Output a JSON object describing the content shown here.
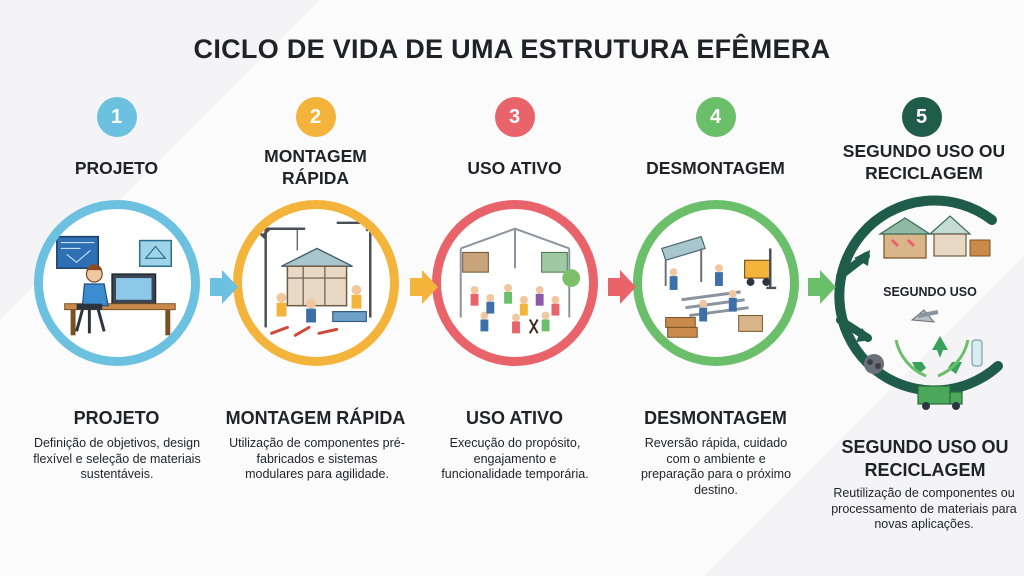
{
  "title": "CICLO DE VIDA DE UMA ESTRUTURA EFÊMERA",
  "stages": [
    {
      "number": "1",
      "title": "PROJETO",
      "bottom_title": "PROJETO",
      "description": "Definição de objetivos, design flexível e seleção de materiais sustentáveis.",
      "color": "#6cc1e0"
    },
    {
      "number": "2",
      "title": "MONTAGEM RÁPIDA",
      "bottom_title": "MONTAGEM RÁPIDA",
      "description": "Utilização de componentes pré-fabricados e sistemas modulares para agilidade.",
      "color": "#f4b33a"
    },
    {
      "number": "3",
      "title": "USO ATIVO",
      "bottom_title": "USO ATIVO",
      "description": "Execução do propósito, engajamento e funcionalidade temporária.",
      "color": "#e9636b"
    },
    {
      "number": "4",
      "title": "DESMONTAGEM",
      "bottom_title": "DESMONTAGEM",
      "description": "Reversão rápida, cuidado com o ambiente e preparação para o próximo destino.",
      "color": "#6bbf6a"
    },
    {
      "number": "5",
      "title": "SEGUNDO USO OU RECICLAGEM",
      "bottom_title": "SEGUNDO USO OU RECICLAGEM",
      "sub_label": "SEGUNDO USO",
      "description": "Reutilização de componentes ou processamento de materiais para novas aplicações.",
      "color": "#1f5c4a"
    }
  ]
}
